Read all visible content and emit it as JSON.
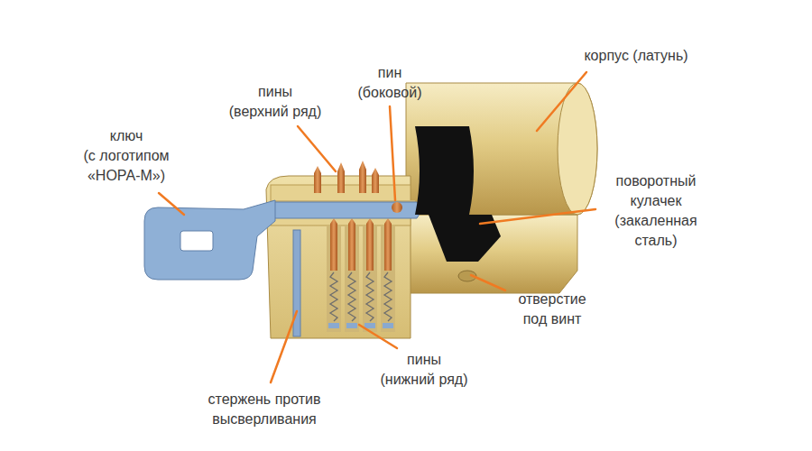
{
  "diagram": {
    "labels": [
      "ключ (с логотипом «НОРА-М»)",
      "пины (верхний ряд)",
      "пин (боковой)",
      "корпус (латунь)",
      "поворотный кулачек (закаленная сталь)",
      "отверстие под винт",
      "пины (нижний ряд)",
      "стержень против высверливания"
    ]
  }
}
